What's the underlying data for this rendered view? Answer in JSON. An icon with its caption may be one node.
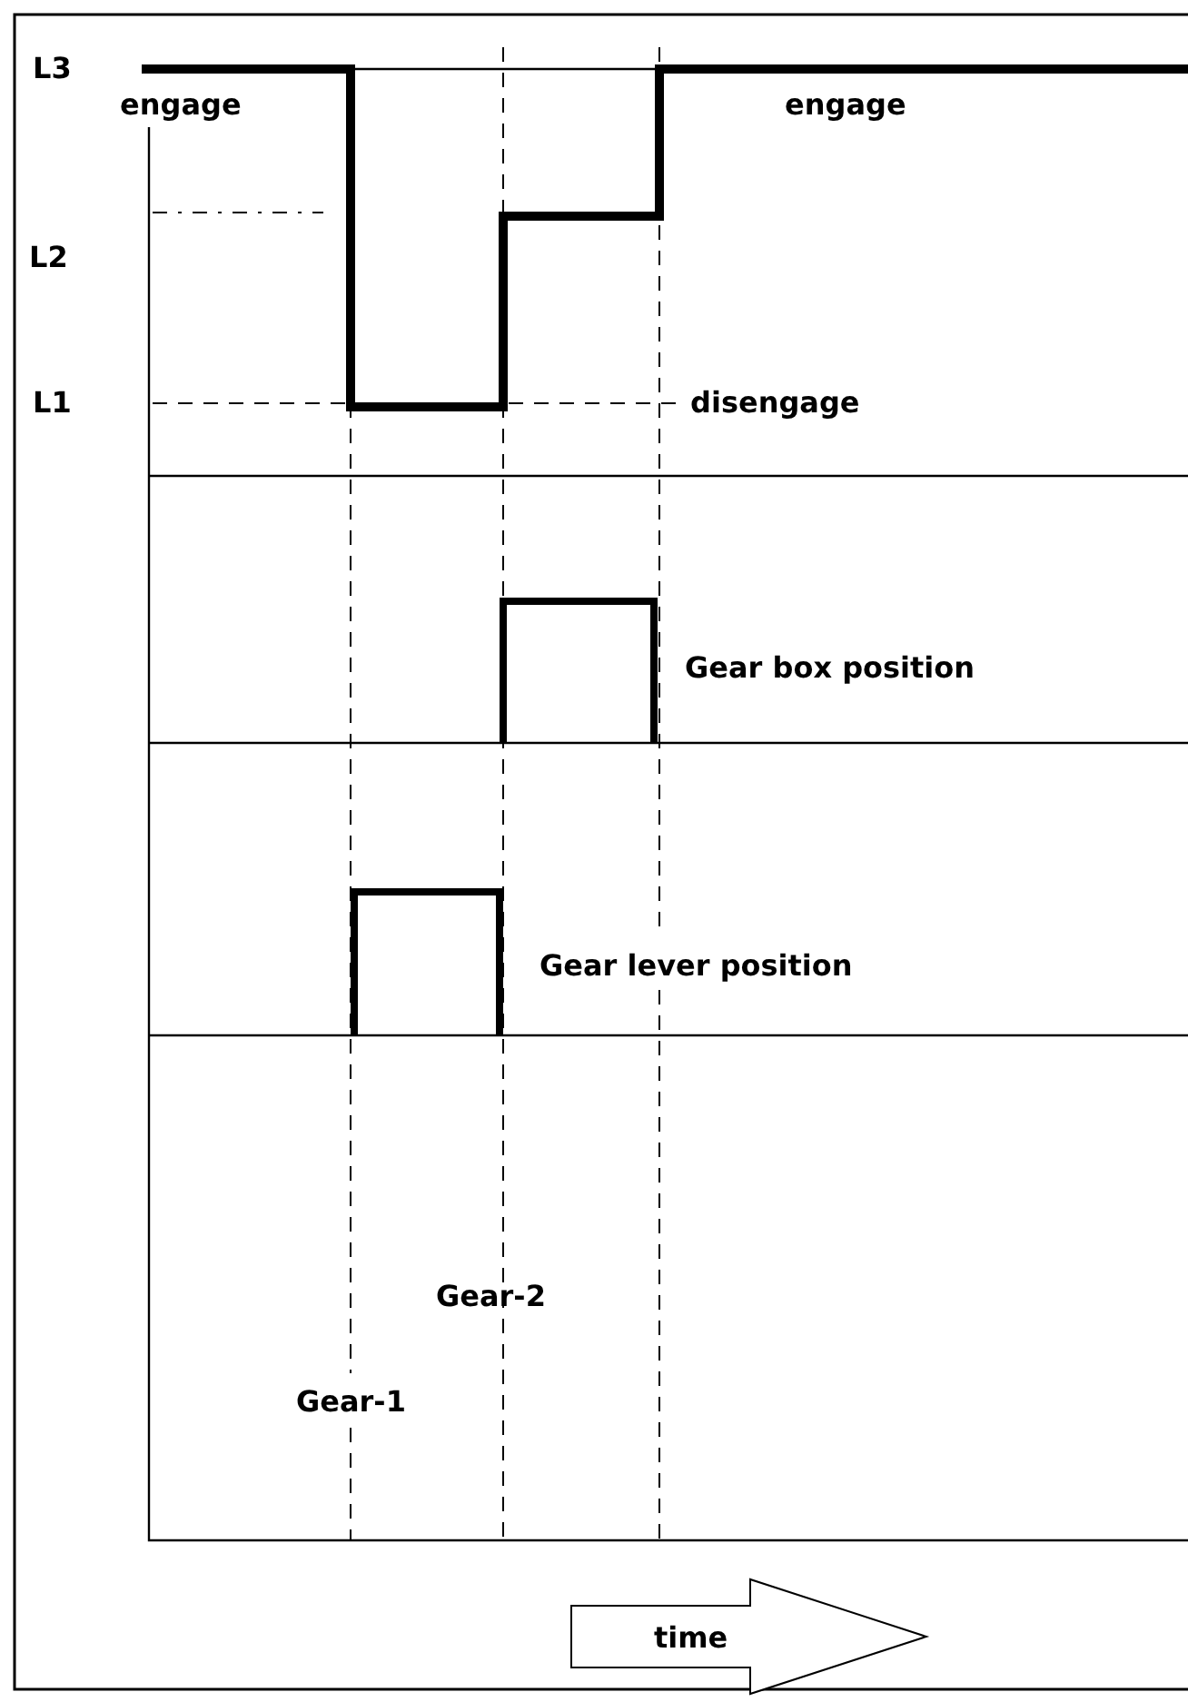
{
  "diagram": {
    "nodes": [
      {
        "text": [
          "time"
        ]
      }
    ],
    "labels": [
      "L3",
      "engage",
      "engage",
      "L2",
      "L1",
      "disengage",
      "Gear box position",
      "Gear lever position",
      "Gear-2",
      "Gear-1"
    ]
  }
}
